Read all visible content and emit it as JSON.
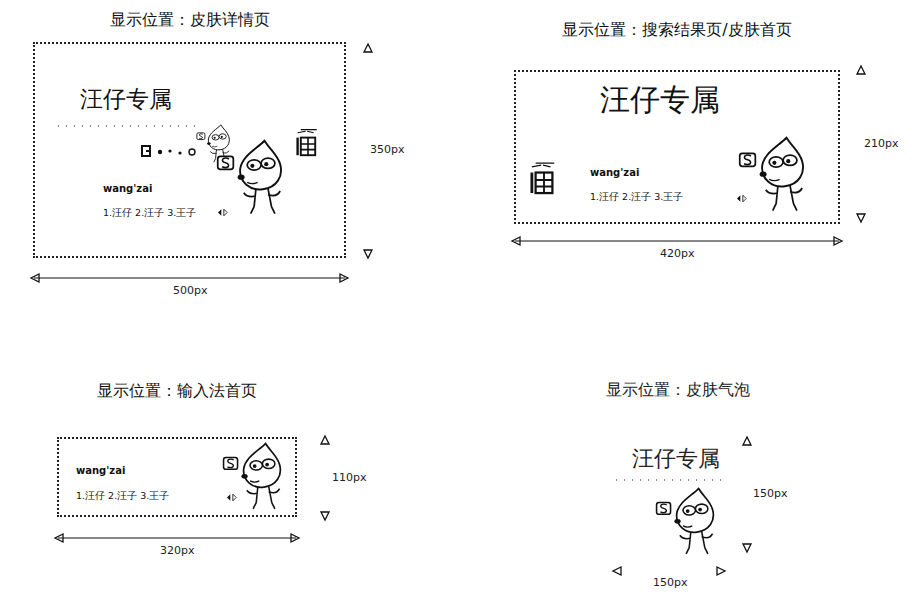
{
  "diagram": {
    "nodes": [
      {
        "text": [
          "显示位置：皮肤详情页",
          "汪仔专属",
          "wang'zai",
          "1.汪仔 2.汪子 3.王子"
        ]
      },
      {
        "text": [
          "显示位置：搜索结果页/皮肤首页",
          "汪仔专属",
          "wang'zai",
          "1.汪仔 2.汪子 3.王子"
        ]
      },
      {
        "text": [
          "显示位置：输入法首页",
          "wang'zai",
          "1.汪仔 2.汪子 3.王子"
        ]
      }
    ],
    "labels": [
      "350px",
      "500px",
      "210px",
      "420px",
      "110px",
      "320px",
      "显示位置：皮肤气泡",
      "汪仔专属",
      "150px",
      "150px"
    ]
  }
}
